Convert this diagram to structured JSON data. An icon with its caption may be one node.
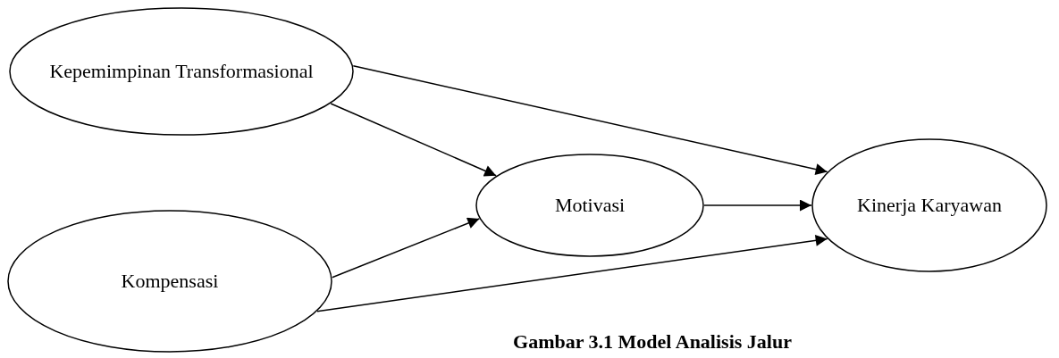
{
  "diagram": {
    "caption": "Gambar 3.1 Model Analisis Jalur",
    "nodes": [
      {
        "text": [
          "Kepemimpinan Transformasional"
        ]
      },
      {
        "text": [
          "Kompensasi"
        ]
      },
      {
        "text": [
          "Motivasi"
        ]
      },
      {
        "text": [
          "Kinerja Karyawan"
        ]
      }
    ],
    "edges": [
      {
        "from": 0,
        "to": 3,
        "arrow": "to"
      },
      {
        "from": 0,
        "to": 2,
        "arrow": "to"
      },
      {
        "from": 1,
        "to": 2,
        "arrow": "to"
      },
      {
        "from": 2,
        "to": 3,
        "arrow": "to"
      },
      {
        "from": 1,
        "to": 3,
        "arrow": "to"
      }
    ]
  }
}
